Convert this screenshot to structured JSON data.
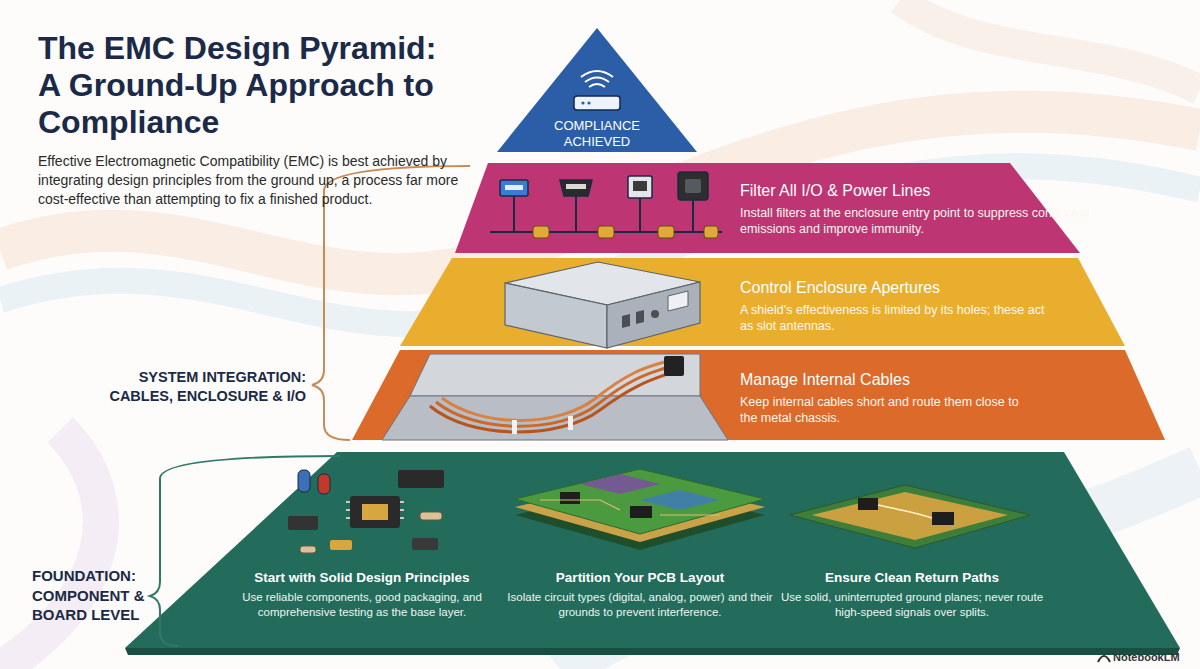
{
  "diagram": {
    "title": "The EMC Design Pyramid: A Ground-Up Approach to Compliance",
    "caption": "Effective Electromagnetic Compatibility (EMC) is best achieved by integrating design principles from the ground up, a process far more cost-effective than attempting to fix a finished product.",
    "nodes": [
      {
        "text": [
          "COMPLIANCE ACHIEVED"
        ]
      },
      {
        "text": [
          "Filter All I/O & Power Lines",
          "Install filters at the enclosure entry point to suppress conducted emissions and improve immunity."
        ]
      },
      {
        "text": [
          "Control Enclosure Apertures",
          "A shield's effectiveness is limited by its holes; these act as slot antennas."
        ]
      },
      {
        "text": [
          "Manage Internal Cables",
          "Keep internal cables short and route them close to the metal chassis."
        ]
      },
      {
        "text": [
          "Start with Solid Design Principles",
          "Use reliable components, good packaging, and comprehensive testing as the base layer."
        ]
      },
      {
        "text": [
          "Partition Your PCB Layout",
          "Isolate circuit types (digital, analog, power) and their grounds to prevent interference."
        ]
      },
      {
        "text": [
          "Ensure Clean Return Paths",
          "Use solid, uninterrupted ground planes; never route high-speed signals over splits."
        ]
      }
    ],
    "labels": [
      "SYSTEM INTEGRATION: CABLES, ENCLOSURE & I/O",
      "FOUNDATION: COMPONENT & BOARD LEVEL",
      "NotebookLM"
    ]
  }
}
